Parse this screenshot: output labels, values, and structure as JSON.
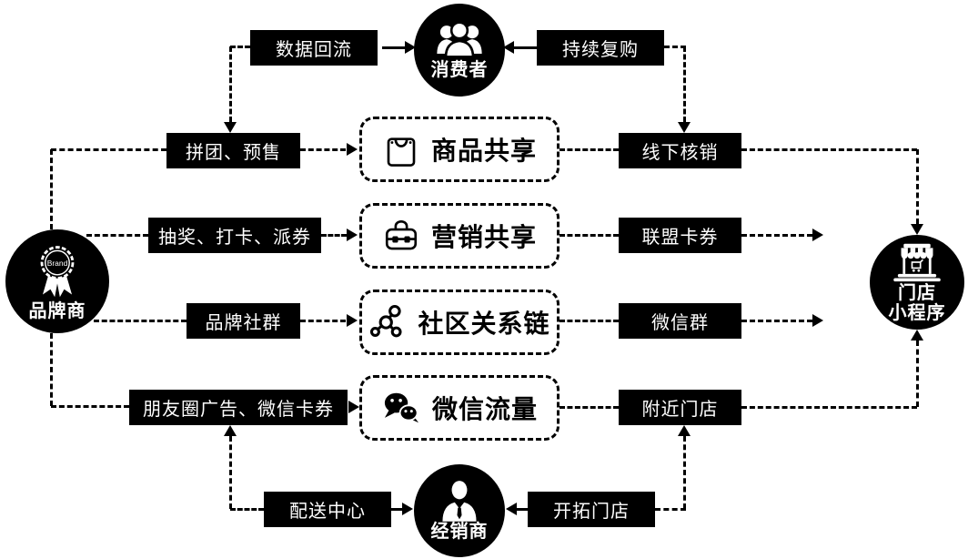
{
  "diagram": {
    "nodes": {
      "consumer": {
        "label": "消费者",
        "icon": "people-group-icon"
      },
      "brand": {
        "label": "品牌商",
        "badge": "Brand",
        "icon": "brand-medal-icon"
      },
      "store": {
        "label1": "门店",
        "label2": "小程序",
        "icon": "storefront-miniprogram-icon"
      },
      "distributor": {
        "label": "经销商",
        "icon": "person-icon"
      }
    },
    "edge_labels": {
      "data_backflow": "数据回流",
      "repeat_purchase": "持续复购",
      "delivery_center": "配送中心",
      "open_stores": "开拓门店"
    },
    "rows": [
      {
        "left": "拼团、预售",
        "center": "商品共享",
        "right": "线下核销",
        "icon": "shopping-bag-icon"
      },
      {
        "left": "抽奖、打卡、派券",
        "center": "营销共享",
        "right": "联盟卡券",
        "icon": "toolbox-icon"
      },
      {
        "left": "品牌社群",
        "center": "社区关系链",
        "right": "微信群",
        "icon": "network-icon"
      },
      {
        "left": "朋友圈广告、微信卡券",
        "center": "微信流量",
        "right": "附近门店",
        "icon": "wechat-icon"
      }
    ],
    "colors": {
      "background": "#ffffff",
      "node_fill": "#000000",
      "node_text": "#ffffff",
      "label_fill": "#000000",
      "label_text": "#ffffff",
      "line": "#000000",
      "center_box_border": "#000000",
      "center_box_text": "#000000"
    }
  }
}
